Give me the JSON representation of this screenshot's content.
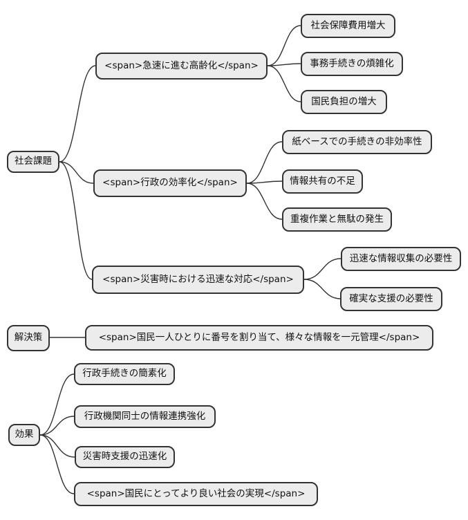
{
  "colors": {
    "background": "#ffffff",
    "node_fill": "#ececec",
    "node_border": "#333333",
    "edge_color": "#333333"
  },
  "mindmap": {
    "trees": [
      {
        "root": "社会課題",
        "branches": [
          {
            "label": "<span>急速に進む高齢化</span>",
            "children": [
              "社会保障費用増大",
              "事務手続きの煩雑化",
              "国民負担の増大"
            ]
          },
          {
            "label": "<span>行政の効率化</span>",
            "children": [
              "紙ベースでの手続きの非効率性",
              "情報共有の不足",
              "重複作業と無駄の発生"
            ]
          },
          {
            "label": "<span>災害時における迅速な対応</span>",
            "children": [
              "迅速な情報収集の必要性",
              "確実な支援の必要性"
            ]
          }
        ]
      },
      {
        "root": "解決策",
        "branches": [
          {
            "label": "<span>国民一人ひとりに番号を割り当て、様々な情報を一元管理</span>",
            "children": []
          }
        ]
      },
      {
        "root": "効果",
        "branches": [
          {
            "label": "行政手続きの簡素化",
            "children": []
          },
          {
            "label": "行政機関同士の情報連携強化",
            "children": []
          },
          {
            "label": "災害時支援の迅速化",
            "children": []
          },
          {
            "label": "<span>国民にとってより良い社会の実現</span>",
            "children": []
          }
        ]
      }
    ]
  }
}
